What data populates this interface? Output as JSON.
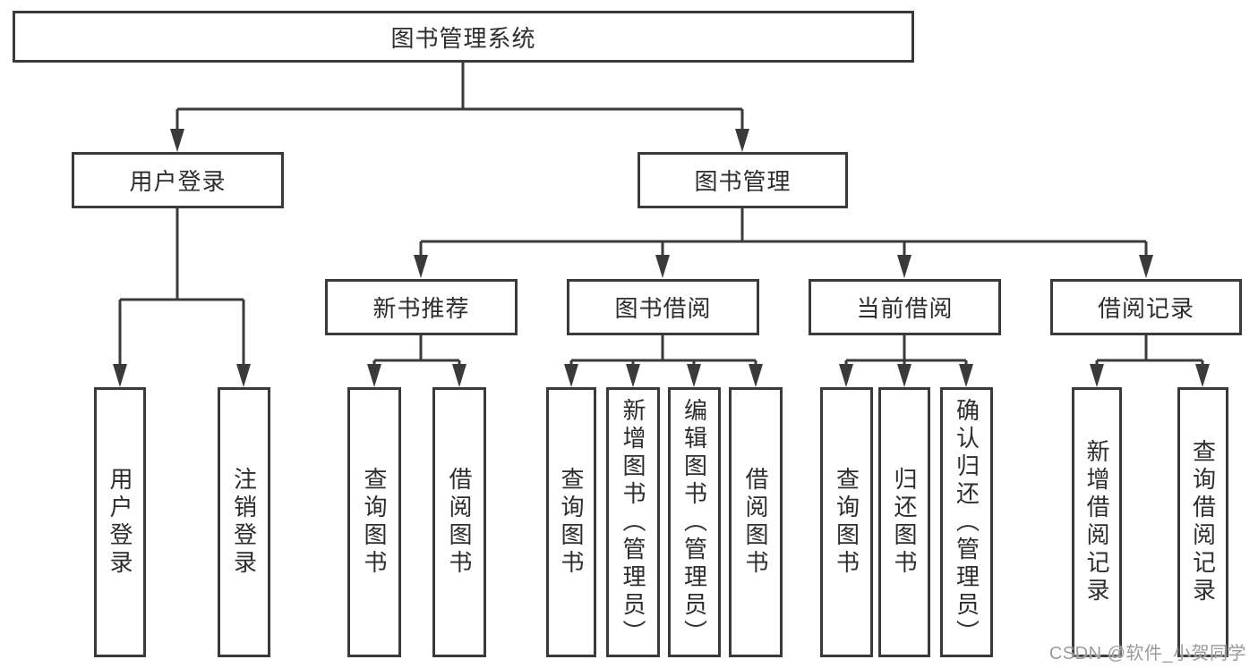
{
  "diagram_title": "图书管理系统",
  "watermark": "CSDN @软件_小贺同学",
  "colors": {
    "line": "#3a3a3a",
    "border": "#3a3a3a",
    "text": "#2d2d2d",
    "background": "#ffffff",
    "watermark": "#9b9b9b"
  },
  "nodes": {
    "root": "图书管理系统",
    "user_login": "用户登录",
    "book_management": "图书管理",
    "new_book_recommend": "新书推荐",
    "book_borrow": "图书借阅",
    "current_borrow": "当前借阅",
    "borrow_record": "借阅记录",
    "leaf_user_login": "用户登录",
    "leaf_logout": "注销登录",
    "leaf_query_book_1": "查询图书",
    "leaf_borrow_book_1": "借阅图书",
    "leaf_query_book_2": "查询图书",
    "leaf_add_book_admin": "新增图书（管理员）",
    "leaf_edit_book_admin": "编辑图书（管理员）",
    "leaf_borrow_book_2": "借阅图书",
    "leaf_query_book_3": "查询图书",
    "leaf_return_book": "归还图书",
    "leaf_confirm_return_admin": "确认归还（管理员）",
    "leaf_add_borrow_record": "新增借阅记录",
    "leaf_query_borrow_record": "查询借阅记录"
  },
  "hierarchy": {
    "图书管理系统": [
      "用户登录",
      "图书管理"
    ],
    "用户登录": [
      "用户登录",
      "注销登录"
    ],
    "图书管理": [
      "新书推荐",
      "图书借阅",
      "当前借阅",
      "借阅记录"
    ],
    "新书推荐": [
      "查询图书",
      "借阅图书"
    ],
    "图书借阅": [
      "查询图书",
      "新增图书（管理员）",
      "编辑图书（管理员）",
      "借阅图书"
    ],
    "当前借阅": [
      "查询图书",
      "归还图书",
      "确认归还（管理员）"
    ],
    "借阅记录": [
      "新增借阅记录",
      "查询借阅记录"
    ]
  }
}
